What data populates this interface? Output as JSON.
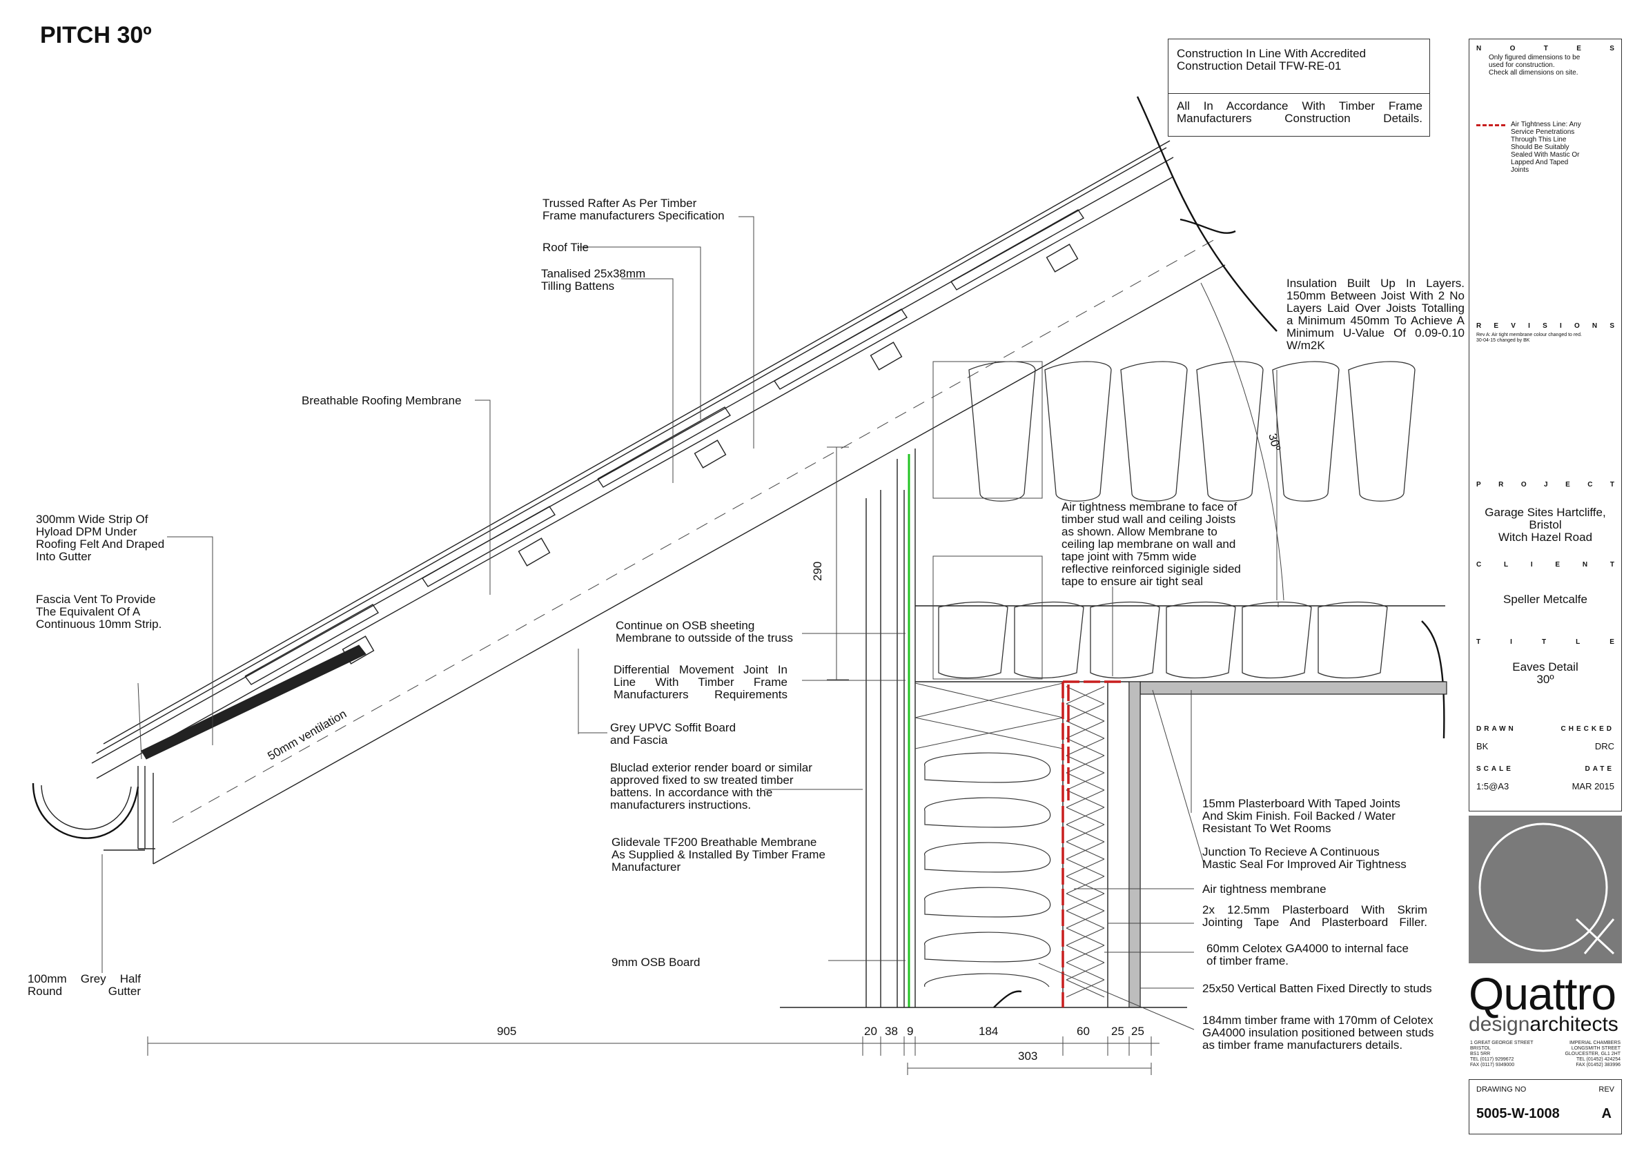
{
  "title": "PITCH 30º",
  "notes_box": {
    "line1": "Construction In Line With Accredited\nConstruction Detail TFW-RE-01",
    "line2": "All In Accordance With Timber Frame Manufacturers Construction Details."
  },
  "labels": {
    "trussed_rafter": "Trussed Rafter As Per Timber\nFrame manufacturers Specification",
    "roof_tile": "Roof Tile",
    "battens": "Tanalised 25x38mm\nTilling Battens",
    "breathable_membrane": "Breathable Roofing Membrane",
    "dpm_strip": "300mm Wide Strip Of\nHyload DPM Under\nRoofing Felt And Draped\nInto Gutter",
    "fascia_vent": "Fascia Vent To Provide\nThe Equivalent Of A\nContinuous 10mm Strip.",
    "osb_sheeting": "Continue on OSB sheeting\nMembrane  to outsside of the truss",
    "movement_joint": "Differential Movement Joint In Line With Timber Frame Manufacturers Requirements",
    "soffit": "Grey UPVC Soffit Board\nand Fascia",
    "render_board": "Bluclad exterior render board or similar\napproved fixed to sw treated timber\nbattens. In accordance with the\nmanufacturers instructions.",
    "glidevale": "Glidevale TF200 Breathable Membrane\nAs Supplied & Installed By Timber Frame\nManufacturer",
    "osb_board": "9mm OSB Board",
    "gutter": "100mm Grey Half Round Gutter",
    "ventilation": "50mm ventilation",
    "insulation_layers": "Insulation Built Up In Layers. 150mm Between Joist With 2 No Layers Laid Over Joists Totalling a Minimum 450mm To Achieve A Minimum U-Value Of 0.09-0.10 W/m2K",
    "air_membrane_face": "Air tightness membrane to face of\ntimber stud wall and ceiling Joists\nas shown. Allow Membrane to\nceiling lap membrane on wall and\ntape joint with 75mm wide\nreflective reinforced siginigle sided\ntape to ensure air tight seal",
    "plasterboard_15": "15mm Plasterboard With Taped Joints\nAnd Skim Finish. Foil Backed / Water\nResistant To Wet Rooms",
    "junction": "Junction To Recieve A Continuous\nMastic Seal For Improved Air Tightness",
    "air_membrane": "Air tightness membrane",
    "plasterboard_2x": "2x 12.5mm Plasterboard With Skrim Jointing Tape And Plasterboard Filler.",
    "celotex_60": "60mm Celotex GA4000 to internal face\nof timber frame.",
    "batten_25x50": "25x50 Vertical Batten Fixed Directly to studs",
    "timber_frame_184": "184mm timber frame with 170mm of Celotex\nGA4000 insulation positioned between studs\nas timber frame manufacturers details.",
    "angle": "30º"
  },
  "dimensions": {
    "d905": "905",
    "d20": "20",
    "d38": "38",
    "d9": "9",
    "d184": "184",
    "d60": "60",
    "d25a": "25",
    "d25b": "25",
    "d303": "303",
    "d290": "290"
  },
  "title_block": {
    "notes_heading": "N O T E S",
    "notes_text": "Only figured dimensions to be\nused for construction.\nCheck all dimensions on site.",
    "air_line_text": "Air Tightness Line: Any\nService Penetrations\nThrough This Line\nShould Be Suitably\nSealed With Mastic Or\nLapped And Taped\nJoints",
    "revisions_heading": "R E V I S I O N S",
    "revision_text": "Rev A: Air tight membrane colour changed to red.\n30-04-15 changed by BK",
    "project_heading": "P R O J E C T",
    "project": "Garage Sites Hartcliffe,\nBristol\nWitch Hazel Road",
    "client_heading": "C L I E N T",
    "client": "Speller Metcalfe",
    "title_heading": "T I T L E",
    "drawing_title": "Eaves Detail\n30º",
    "drawn_label": "DRAWN",
    "checked_label": "CHECKED",
    "drawn": "BK",
    "checked": "DRC",
    "scale_label": "SCALE",
    "date_label": "DATE",
    "scale": "1:5@A3",
    "date": "MAR 2015",
    "brand_main": "Quattro",
    "brand_sub1": "design",
    "brand_sub2": "architects",
    "address_left": "1 GREAT GEORGE STREET\nBRISTOL\nBS1 5RR\nTEL (0117) 9299672\nFAX (0117) 9349000",
    "address_right": "IMPERIAL CHAMBERS\nLONGSMITH STREET\nGLOUCESTER, GL1 2HT\nTEL (01452) 424254\nFAX (01452) 383996",
    "drawing_no_label": "DRAWING NO",
    "rev_label": "REV",
    "drawing_no": "5005-W-1008",
    "rev": "A"
  },
  "colors": {
    "air_tightness_line": "#c81e1e",
    "osb_membrane": "#22c322",
    "logo_grey": "#7a7a7a"
  }
}
